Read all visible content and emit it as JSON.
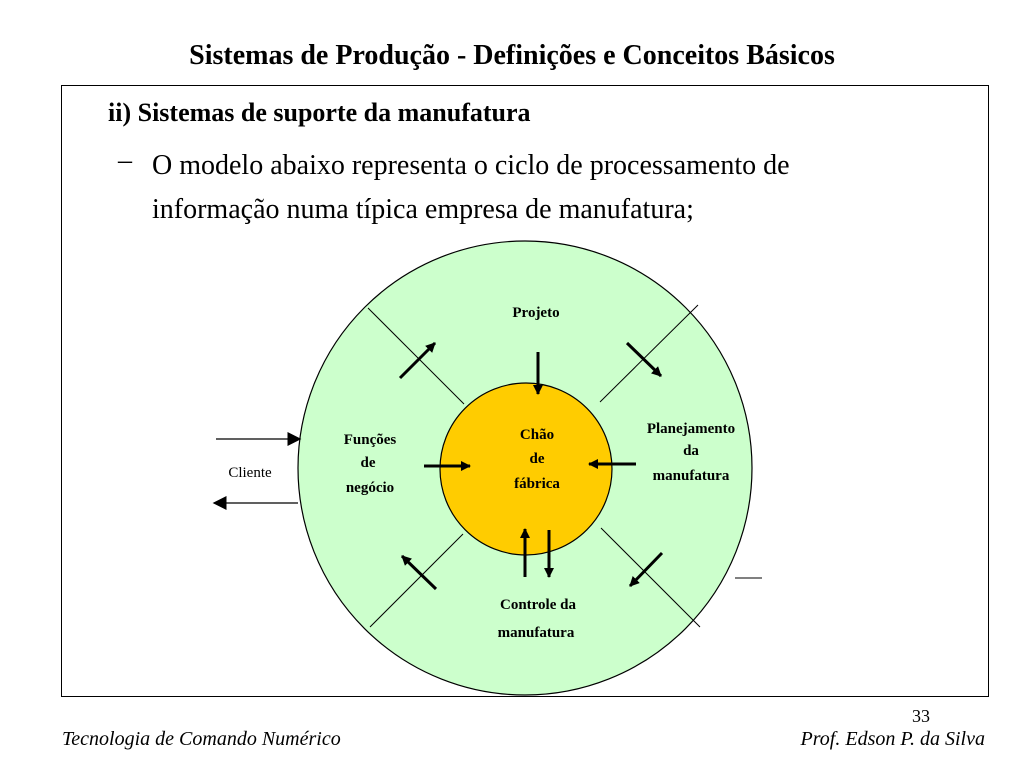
{
  "slide": {
    "title": "Sistemas de Produção - Definições e Conceitos Básicos",
    "heading": "ii) Sistemas de suporte da manufatura",
    "bullet_dash": "–",
    "bullet_line1": "O modelo abaixo representa o ciclo de processamento de",
    "bullet_line2": "informação  numa típica empresa de manufatura;",
    "slide_number": "33",
    "footer_left": "Tecnologia de Comando Numérico",
    "footer_right": "Prof. Edson P. da Silva"
  },
  "diagram": {
    "projeto": "Projeto",
    "planejamento_1": "Planejamento",
    "planejamento_2": "da",
    "planejamento_3": "manufatura",
    "controle_1": "Controle da",
    "controle_2": "manufatura",
    "funcoes_1": "Funções",
    "funcoes_2": "de",
    "funcoes_3": "negócio",
    "chao_1": "Chão",
    "chao_2": "de",
    "chao_3": "fábrica",
    "cliente": "Cliente",
    "colors": {
      "outer_ring": "#ccffcc",
      "inner_circle": "#ffcc00",
      "stroke": "#000000"
    }
  }
}
